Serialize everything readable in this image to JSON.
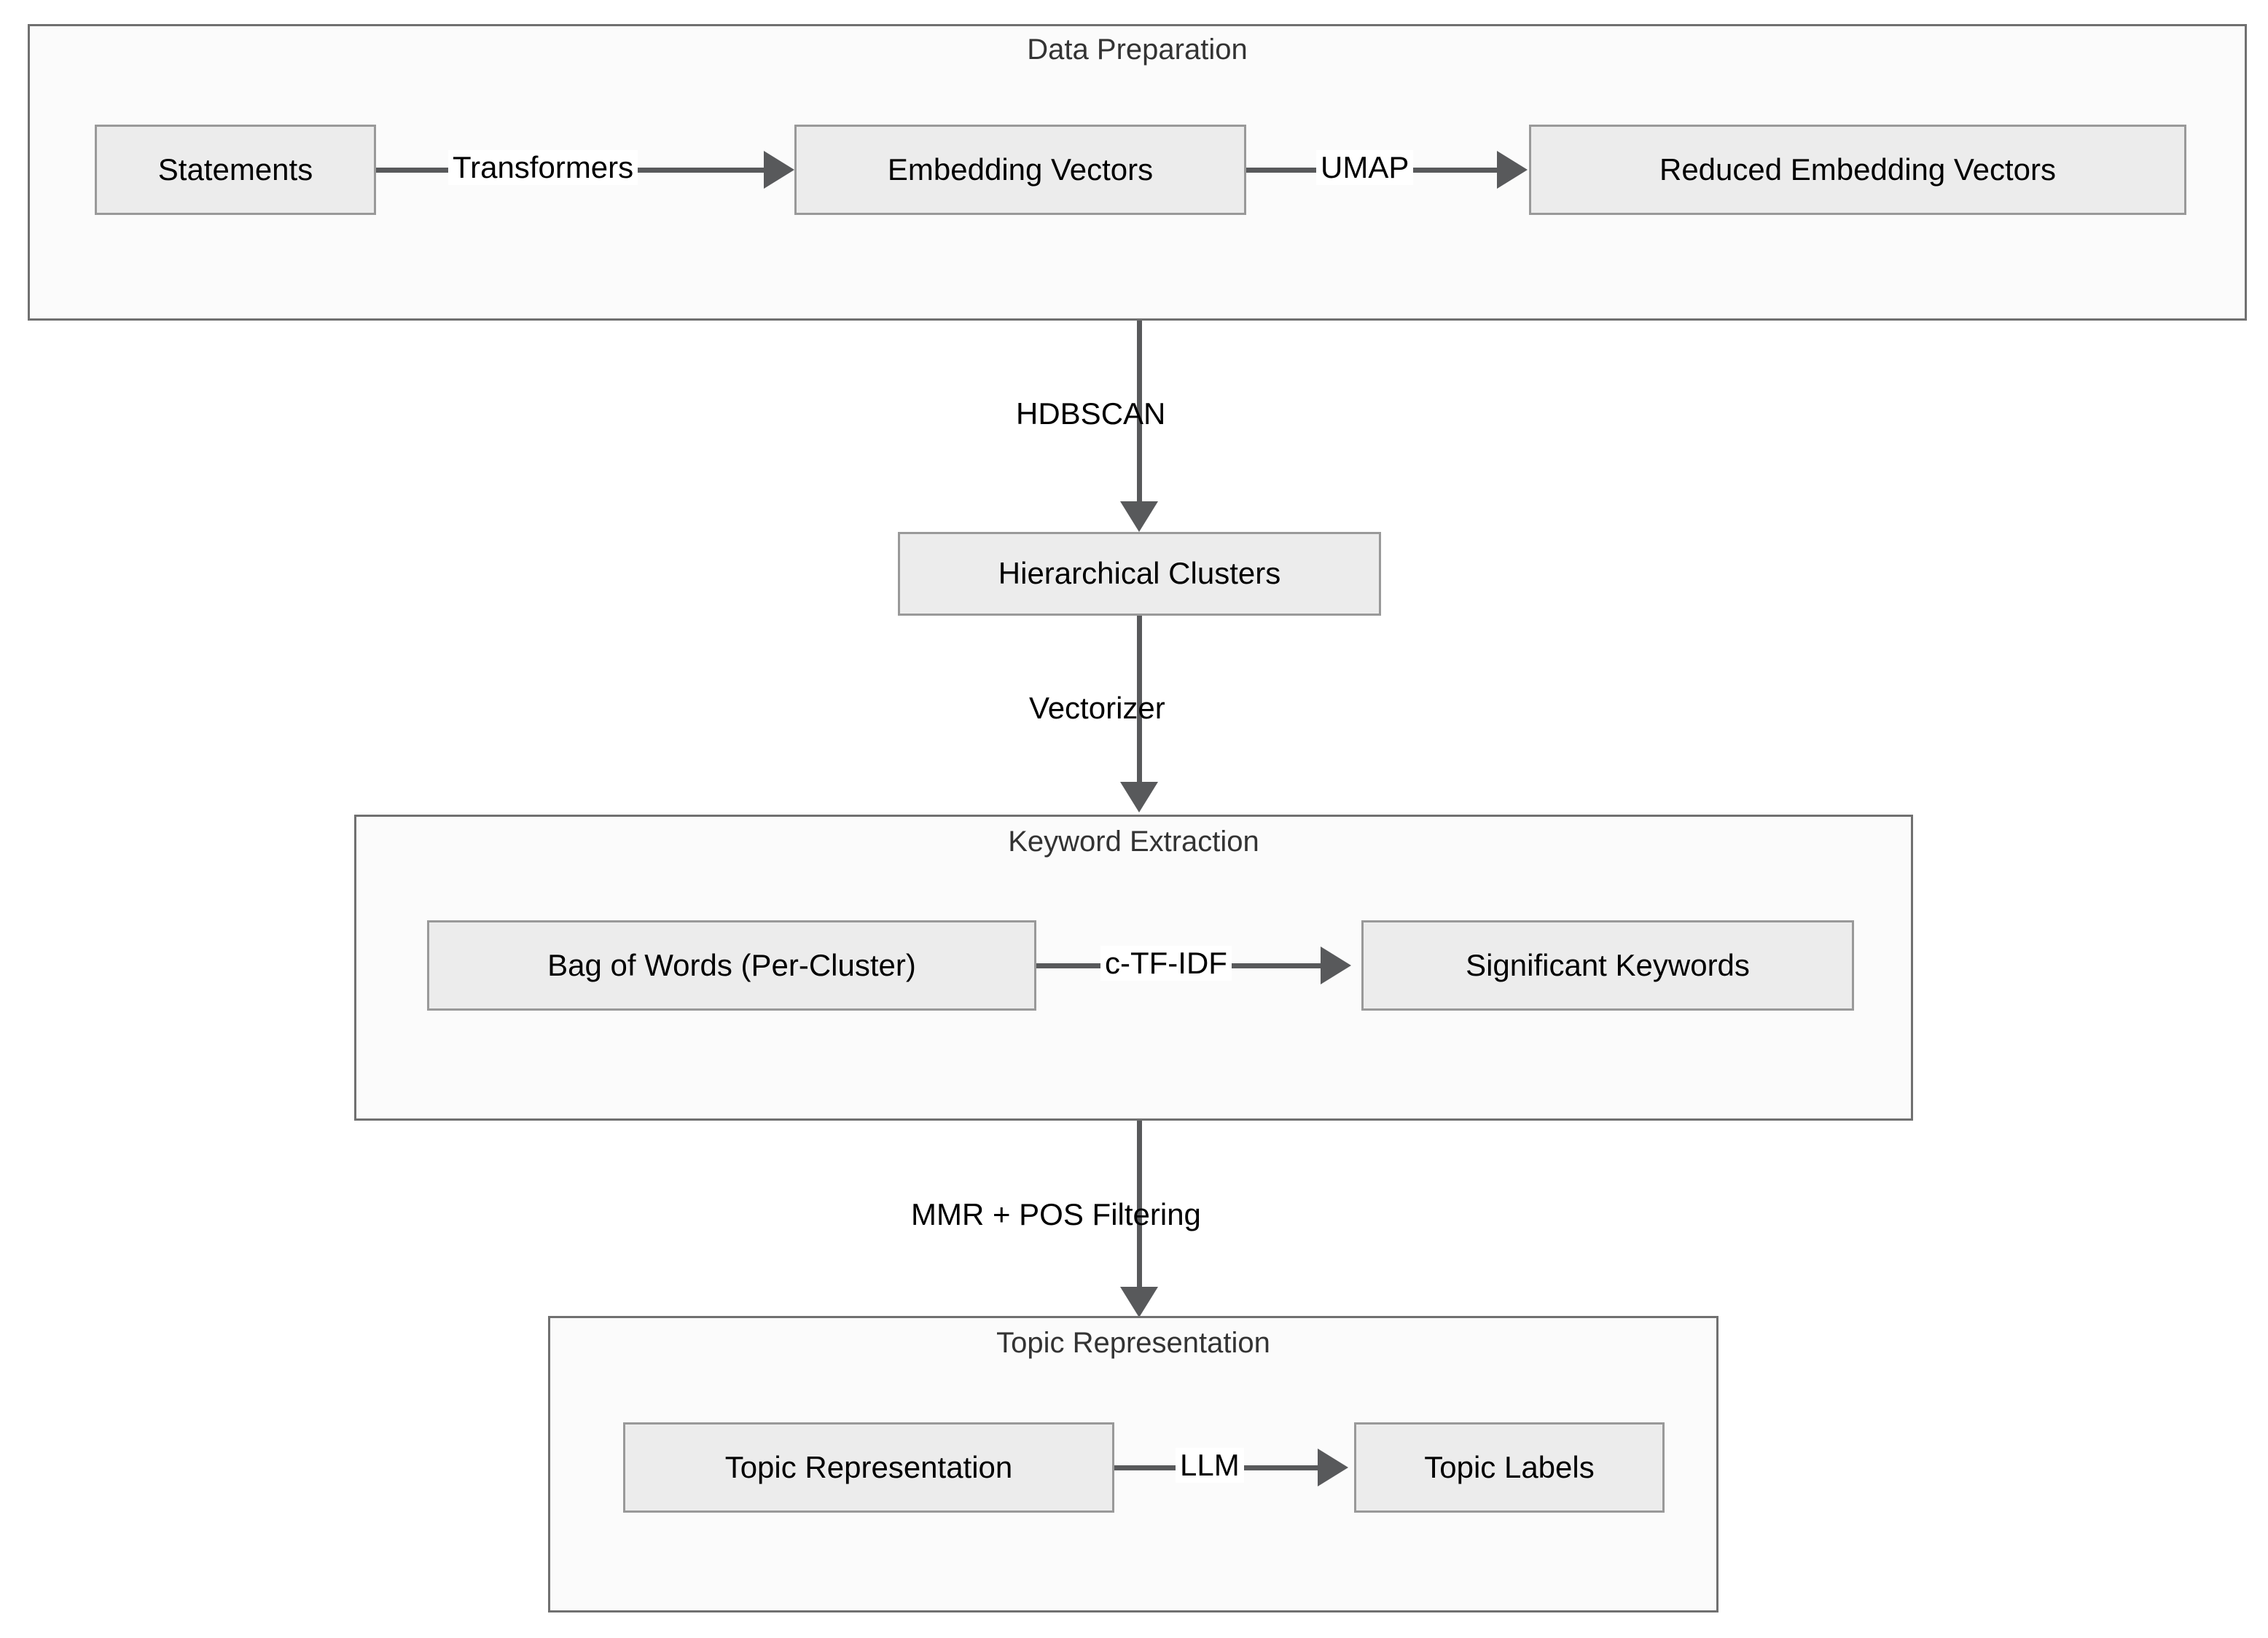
{
  "diagram": {
    "type": "flowchart",
    "title": "",
    "colors": {
      "container_fill": "#fbfbfb",
      "container_border": "#707070",
      "node_fill": "#ececec",
      "node_border": "#999999",
      "edge": "#58595b",
      "container_title_text": "#333333",
      "node_text": "#000000",
      "page_background": "#ffffff"
    }
  },
  "clusters": [
    {
      "id": "data_preparation",
      "title": "Data Preparation"
    },
    {
      "id": "keyword_extraction",
      "title": "Keyword Extraction"
    },
    {
      "id": "topic_representation",
      "title": "Topic Representation"
    }
  ],
  "nodes": [
    {
      "id": "statements",
      "label": "Statements",
      "cluster": "data_preparation"
    },
    {
      "id": "embedding_vectors",
      "label": "Embedding Vectors",
      "cluster": "data_preparation"
    },
    {
      "id": "reduced_vectors",
      "label": "Reduced Embedding Vectors",
      "cluster": "data_preparation"
    },
    {
      "id": "hierarchical",
      "label": "Hierarchical Clusters",
      "cluster": null
    },
    {
      "id": "bag_of_words",
      "label": "Bag of Words (Per-Cluster)",
      "cluster": "keyword_extraction"
    },
    {
      "id": "significant_keywords",
      "label": "Significant Keywords",
      "cluster": "keyword_extraction"
    },
    {
      "id": "topic_repr_node",
      "label": "Topic Representation",
      "cluster": "topic_representation"
    },
    {
      "id": "topic_labels",
      "label": "Topic Labels",
      "cluster": "topic_representation"
    }
  ],
  "edges": [
    {
      "id": "e1",
      "from": "statements",
      "to": "embedding_vectors",
      "label": "Transformers",
      "direction": "right"
    },
    {
      "id": "e2",
      "from": "embedding_vectors",
      "to": "reduced_vectors",
      "label": "UMAP",
      "direction": "right"
    },
    {
      "id": "e3",
      "from": "data_preparation",
      "to": "hierarchical",
      "label": "HDBSCAN",
      "direction": "down"
    },
    {
      "id": "e4",
      "from": "hierarchical",
      "to": "keyword_extraction",
      "label": "Vectorizer",
      "direction": "down"
    },
    {
      "id": "e5",
      "from": "bag_of_words",
      "to": "significant_keywords",
      "label": "c-TF-IDF",
      "direction": "right"
    },
    {
      "id": "e6",
      "from": "keyword_extraction",
      "to": "topic_representation",
      "label": "MMR + POS Filtering",
      "direction": "down"
    },
    {
      "id": "e7",
      "from": "topic_repr_node",
      "to": "topic_labels",
      "label": "LLM",
      "direction": "right"
    }
  ]
}
